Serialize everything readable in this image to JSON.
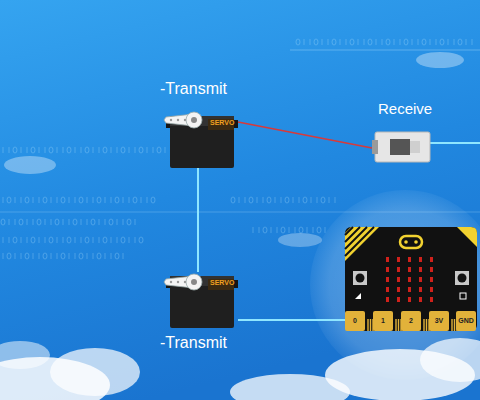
{
  "diagram": {
    "nodes": [
      {
        "text": [
          "-Transmit",
          "SERVO"
        ]
      },
      {
        "text": [
          "Receive"
        ]
      },
      {
        "text": [
          "SERVO",
          "-Transmit"
        ]
      },
      {
        "text": [
          "0",
          "1",
          "2",
          "3V",
          "GND"
        ]
      }
    ],
    "edges": [
      {
        "from": 0,
        "to": 1,
        "arrow": "none"
      },
      {
        "from": 0,
        "to": 2,
        "arrow": "none"
      },
      {
        "from": 2,
        "to": 3,
        "arrow": "none"
      }
    ]
  }
}
